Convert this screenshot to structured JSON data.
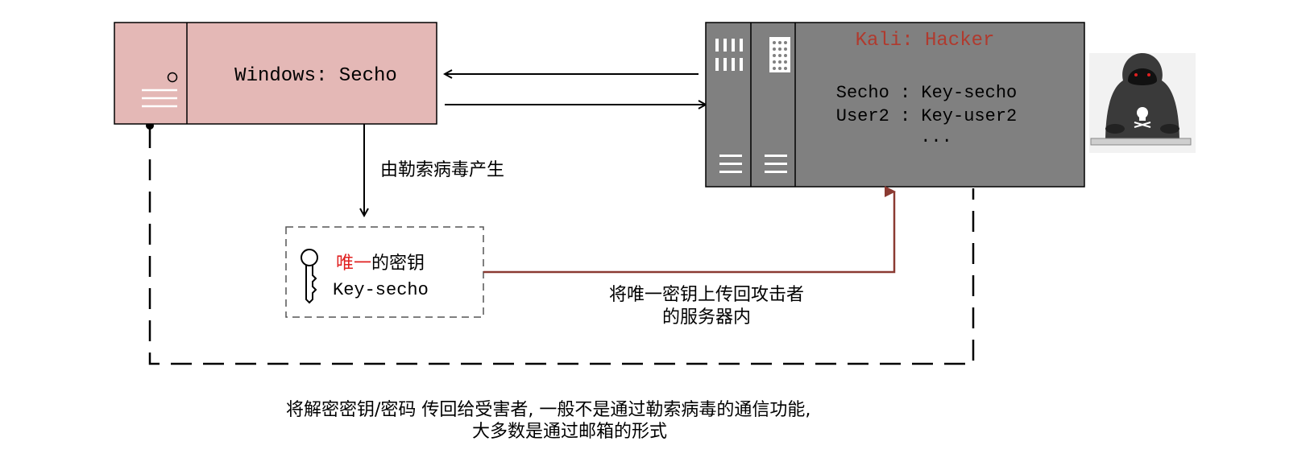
{
  "windows_machine": {
    "label": "Windows: Secho"
  },
  "kali_server": {
    "title": "Kali: Hacker",
    "entries": [
      "Secho : Key-secho",
      "User2 : Key-user2",
      "..."
    ]
  },
  "ransomware_label": "由勒索病毒产生",
  "key_box": {
    "title_highlight": "唯一",
    "title_rest": "的密钥",
    "key_name": "Key-secho"
  },
  "upload_label": {
    "line1": "将唯一密钥上传回攻击者",
    "line2": "的服务器内"
  },
  "footer": {
    "line1": "将解密密钥/密码  传回给受害者, 一般不是通过勒索病毒的通信功能,",
    "line2": "大多数是通过邮箱的形式"
  },
  "colors": {
    "windows_fill": "#e4b8b6",
    "server_fill": "#808080",
    "title_red": "#b03a2e",
    "upload_arrow": "#8b3a32",
    "highlight": "#e02020"
  },
  "icons": [
    "server-icon",
    "key-icon",
    "hacker-icon"
  ]
}
